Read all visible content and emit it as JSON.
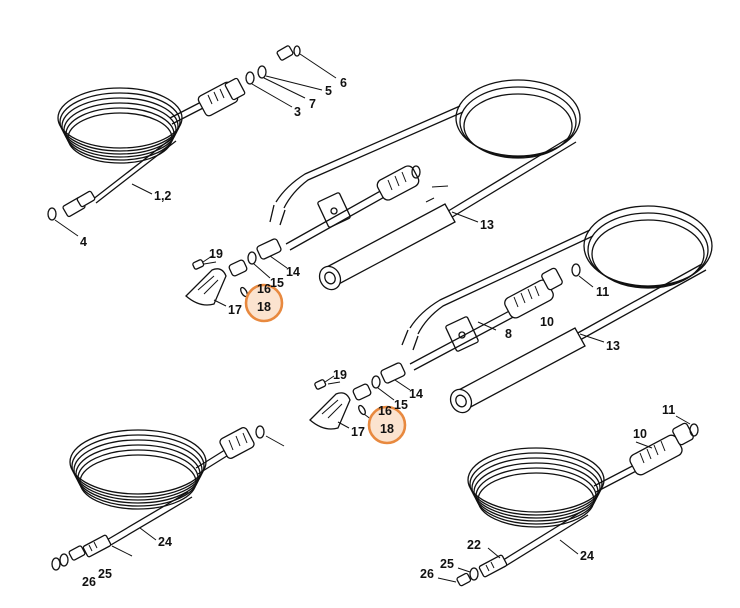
{
  "highlight_color": "#e8893f",
  "labels": {
    "l1_2": "1,2",
    "l3": "3",
    "l4": "4",
    "l5": "5",
    "l6": "6",
    "l7": "7",
    "l8": "8",
    "l10a": "10",
    "l10b": "10",
    "l11a": "11",
    "l11b": "11",
    "l13a": "13",
    "l13b": "13",
    "l14a": "14",
    "l14b": "14",
    "l15a": "15",
    "l15b": "15",
    "l16a": "16",
    "l16b": "16",
    "l17a": "17",
    "l17b": "17",
    "l18a": "18",
    "l18b": "18",
    "l19a": "19",
    "l19b": "19",
    "l22": "22",
    "l24a": "24",
    "l24b": "24",
    "l25a": "25",
    "l25b": "25",
    "l26a": "26",
    "l26b": "26"
  }
}
